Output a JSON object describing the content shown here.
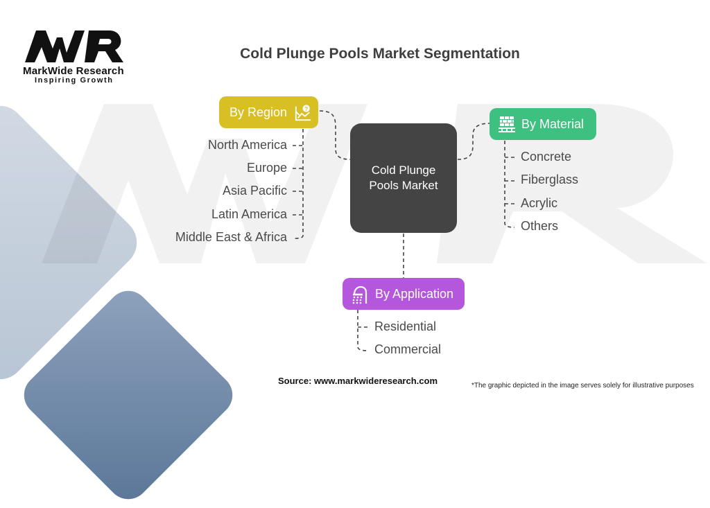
{
  "brand": {
    "logo_letters": "MWR",
    "name": "MarkWide Research",
    "tagline": "Inspiring Growth"
  },
  "title": "Cold Plunge Pools Market Segmentation",
  "center": {
    "label": "Cold Plunge Pools Market",
    "color": "#444444"
  },
  "segments": {
    "region": {
      "label": "By Region",
      "icon": "chart-question-icon",
      "color": "#d7bf24",
      "items": [
        "North America",
        "Europe",
        "Asia Pacific",
        "Latin America",
        "Middle East & Africa"
      ]
    },
    "material": {
      "label": "By Material",
      "icon": "brick-wall-icon",
      "color": "#3ec080",
      "items": [
        "Concrete",
        "Fiberglass",
        "Acrylic",
        "Others"
      ]
    },
    "application": {
      "label": "By Application",
      "icon": "shower-icon",
      "color": "#b557dd",
      "items": [
        "Residential",
        "Commercial"
      ]
    }
  },
  "footer": {
    "source": "Source: www.markwideresearch.com",
    "note": "*The graphic depicted in the image serves  solely for illustrative purposes"
  }
}
